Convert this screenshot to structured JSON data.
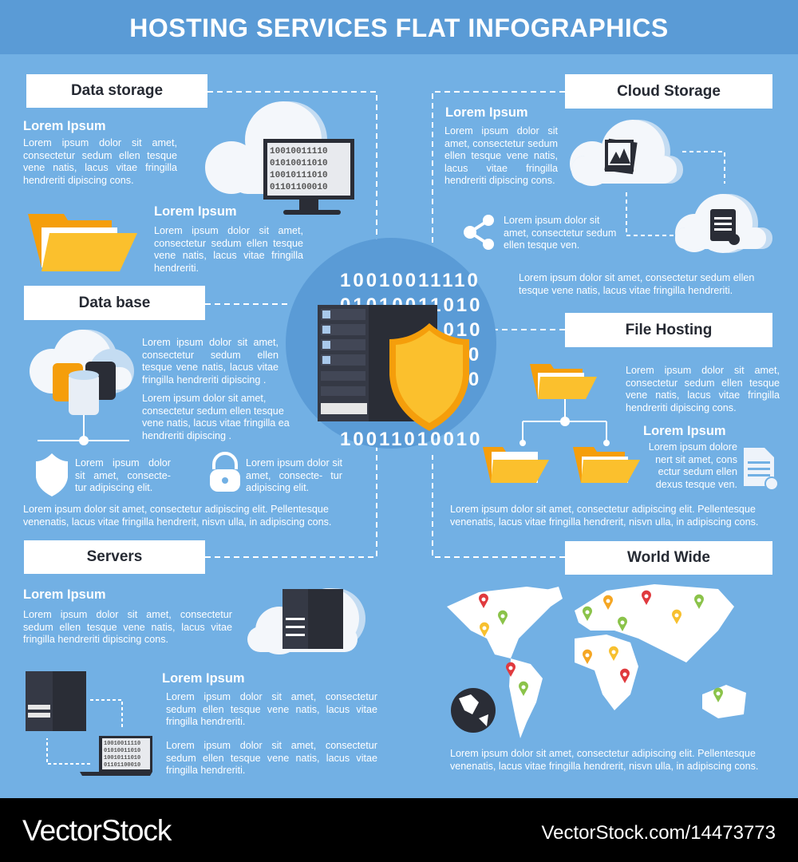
{
  "title": "HOSTING SERVICES FLAT INFOGRAPHICS",
  "colors": {
    "header": "#5a9bd6",
    "background": "#72b0e4",
    "circle": "#5a9bd6",
    "folder": "#fbc02d",
    "folder_dark": "#f59e0b",
    "dark": "#2a2d36",
    "pin_red": "#e03a3e",
    "pin_orange": "#f5a623",
    "pin_green": "#8bc34a",
    "pin_yellow": "#f7c02f"
  },
  "binary": [
    "10010011110",
    "01010011010",
    "01010011010",
    "10010111010",
    "01101100010",
    "10011010010"
  ],
  "screen_binary": [
    "10010011110",
    "01010011010",
    "10010111010",
    "01101100010"
  ],
  "data_storage": {
    "label": "Data storage",
    "block1": {
      "heading": "Lorem Ipsum",
      "text": "Lorem ipsum dolor sit amet, consectetur sedum ellen tesque vene natis, lacus vitae fringilla hendreriti dipiscing  cons."
    },
    "block2": {
      "heading": "Lorem Ipsum",
      "text": "Lorem ipsum dolor sit amet, consectetur sedum ellen tesque vene natis, lacus vitae fringilla hendreriti."
    }
  },
  "cloud_storage": {
    "label": "Cloud Storage",
    "block1": {
      "heading": "Lorem Ipsum",
      "text": "Lorem ipsum dolor sit amet, consectetur sedum ellen tesque vene natis, lacus vitae fringilla hendreriti dipiscing  cons."
    },
    "share_text": "Lorem ipsum dolor sit amet, consectetur sedum ellen tesque ven.",
    "bottom_text": "Lorem ipsum dolor sit amet, consectetur sedum ellen tesque vene natis, lacus vitae fringilla hendreriti."
  },
  "data_base": {
    "label": "Data base",
    "text1": "Lorem ipsum dolor sit amet, consectetur sedum ellen tesque vene natis, lacus vitae fringilla hendreriti dipiscing .",
    "text2": "Lorem ipsum dolor sit amet, consectetur sedum ellen tesque vene natis, lacus vitae fringilla ea hendreriti dipiscing .",
    "shield_text": "Lorem ipsum dolor sit amet, consecte- tur adipiscing elit.",
    "lock_text": "Lorem ipsum dolor sit amet, consecte- tur adipiscing elit.",
    "bottom_text": "Lorem ipsum dolor sit amet, consectetur adipiscing elit. Pellentesque venenatis, lacus vitae fringilla hendrerit, nisvn ulla, in adipiscing  cons."
  },
  "file_hosting": {
    "label": "File Hosting",
    "text1": "Lorem ipsum dolor sit amet, consectetur sedum ellen tesque vene natis, lacus vitae fringilla hendreriti dipiscing  cons.",
    "heading": "Lorem Ipsum",
    "text2": "Lorem ipsum dolore nert sit amet, cons ectur sedum ellen dexus tesque ven.",
    "bottom_text": "Lorem ipsum dolor sit amet, consectetur adipiscing elit. Pellentesque venenatis, lacus vitae fringilla hendrerit, nisvn ulla, in adipiscing  cons."
  },
  "servers": {
    "label": "Servers",
    "block1": {
      "heading": "Lorem Ipsum",
      "text": "Lorem ipsum dolor sit amet, consectetur sedum ellen tesque vene natis, lacus vitae fringilla hendreriti dipiscing  cons."
    },
    "block2": {
      "heading": "Lorem Ipsum",
      "text1": "Lorem ipsum dolor sit amet, consectetur sedum ellen tesque vene natis, lacus vitae fringilla hendreriti.",
      "text2": "Lorem ipsum dolor sit amet, consectetur sedum ellen tesque vene natis, lacus vitae fringilla hendreriti."
    }
  },
  "world_wide": {
    "label": "World Wide",
    "bottom_text": "Lorem ipsum dolor sit amet, consectetur adipiscing elit. Pellentesque venenatis, lacus vitae fringilla hendrerit, nisvn ulla, in adipiscing  cons.",
    "pins": [
      "red",
      "green",
      "yellow",
      "green",
      "orange",
      "green",
      "red",
      "yellow",
      "green",
      "orange",
      "yellow",
      "red",
      "red",
      "green",
      "green"
    ]
  },
  "footer": {
    "brand": "VectorStock",
    "url": "VectorStock.com/14473773"
  }
}
